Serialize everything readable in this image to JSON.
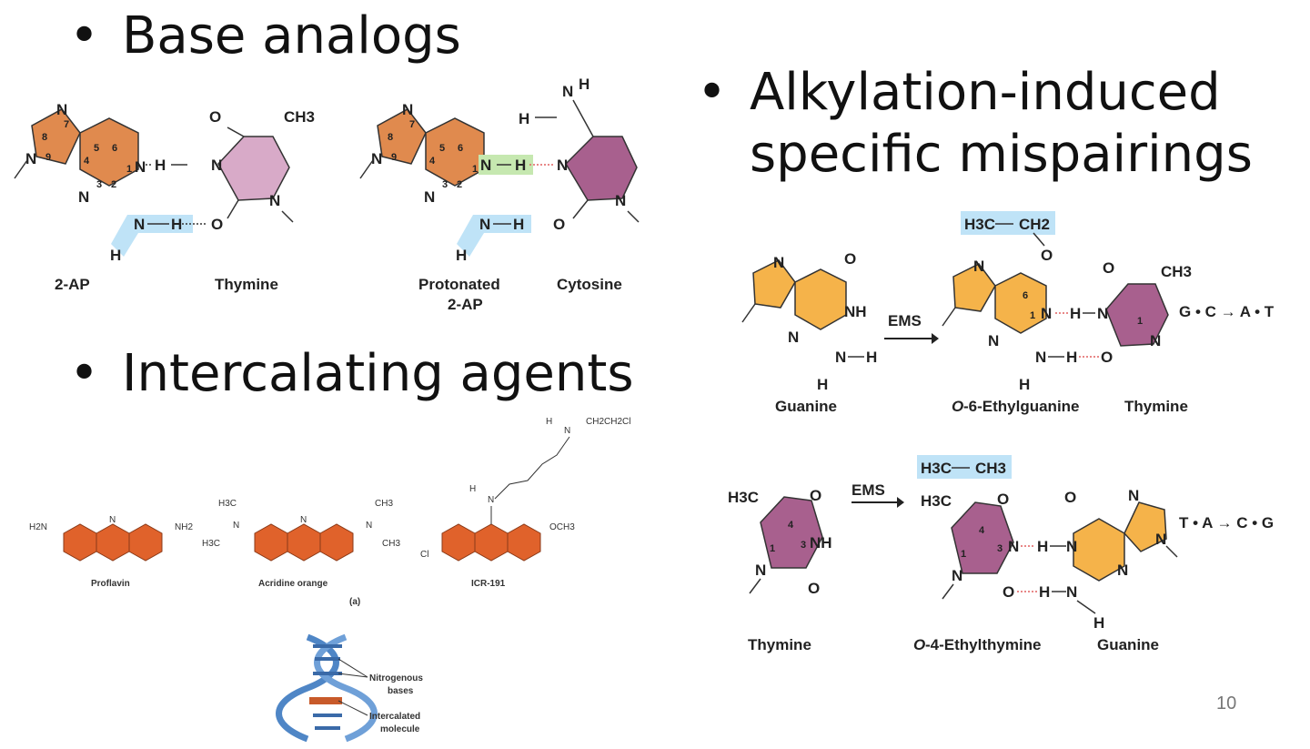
{
  "bullets": {
    "base_analogs": "Base analogs",
    "alkylation_line1": "Alkylation-induced",
    "alkylation_line2": "specific mispairings",
    "intercalating": "Intercalating agents",
    "dot": "•"
  },
  "labels": {
    "two_ap": "2-AP",
    "thymine": "Thymine",
    "protonated_2ap_line1": "Protonated",
    "protonated_2ap_line2": "2-AP",
    "cytosine": "Cytosine",
    "guanine": "Guanine",
    "o6_ethylguanine_prefix": "O",
    "o6_ethylguanine_rest": "-6-Ethylguanine",
    "o4_ethylthymine_prefix": "O",
    "o4_ethylthymine_rest": "-4-Ethylthymine",
    "ems": "EMS",
    "gc_to_at": "G • C → A • T",
    "ta_to_cg": "T • A → C • G",
    "proflavin": "Proflavin",
    "acridine_orange": "Acridine orange",
    "icr191": "ICR-191",
    "panel_a": "(a)",
    "nitrogenous_bases_l1": "Nitrogenous",
    "nitrogenous_bases_l2": "bases",
    "intercalated_l1": "Intercalated",
    "intercalated_l2": "molecule"
  },
  "atoms": {
    "N": "N",
    "H": "H",
    "O": "O",
    "NH": "NH",
    "CH3": "CH3",
    "H3C": "H3C",
    "CH2": "CH2",
    "NH2": "NH2",
    "H2N": "H2N",
    "OCH3": "OCH3",
    "Cl": "Cl",
    "ch2ch2cl": "CH2CH2Cl",
    "n1": "1",
    "n2": "2",
    "n3": "3",
    "n4": "4",
    "n5": "5",
    "n6": "6",
    "n7": "7",
    "n8": "8",
    "n9": "9"
  },
  "page_number": "10",
  "colors": {
    "purine_orange": "#e08a4e",
    "thymine_pink": "#d8aac8",
    "cytosine_purple": "#a8608e",
    "guanine_yellow": "#f5b34a",
    "highlight_blue": "#bfe3f7",
    "highlight_green": "#c6e8b0",
    "acridine_orange": "#e0622b",
    "dna_blue": "#4f86c6",
    "hbond_red": "#e06060"
  }
}
